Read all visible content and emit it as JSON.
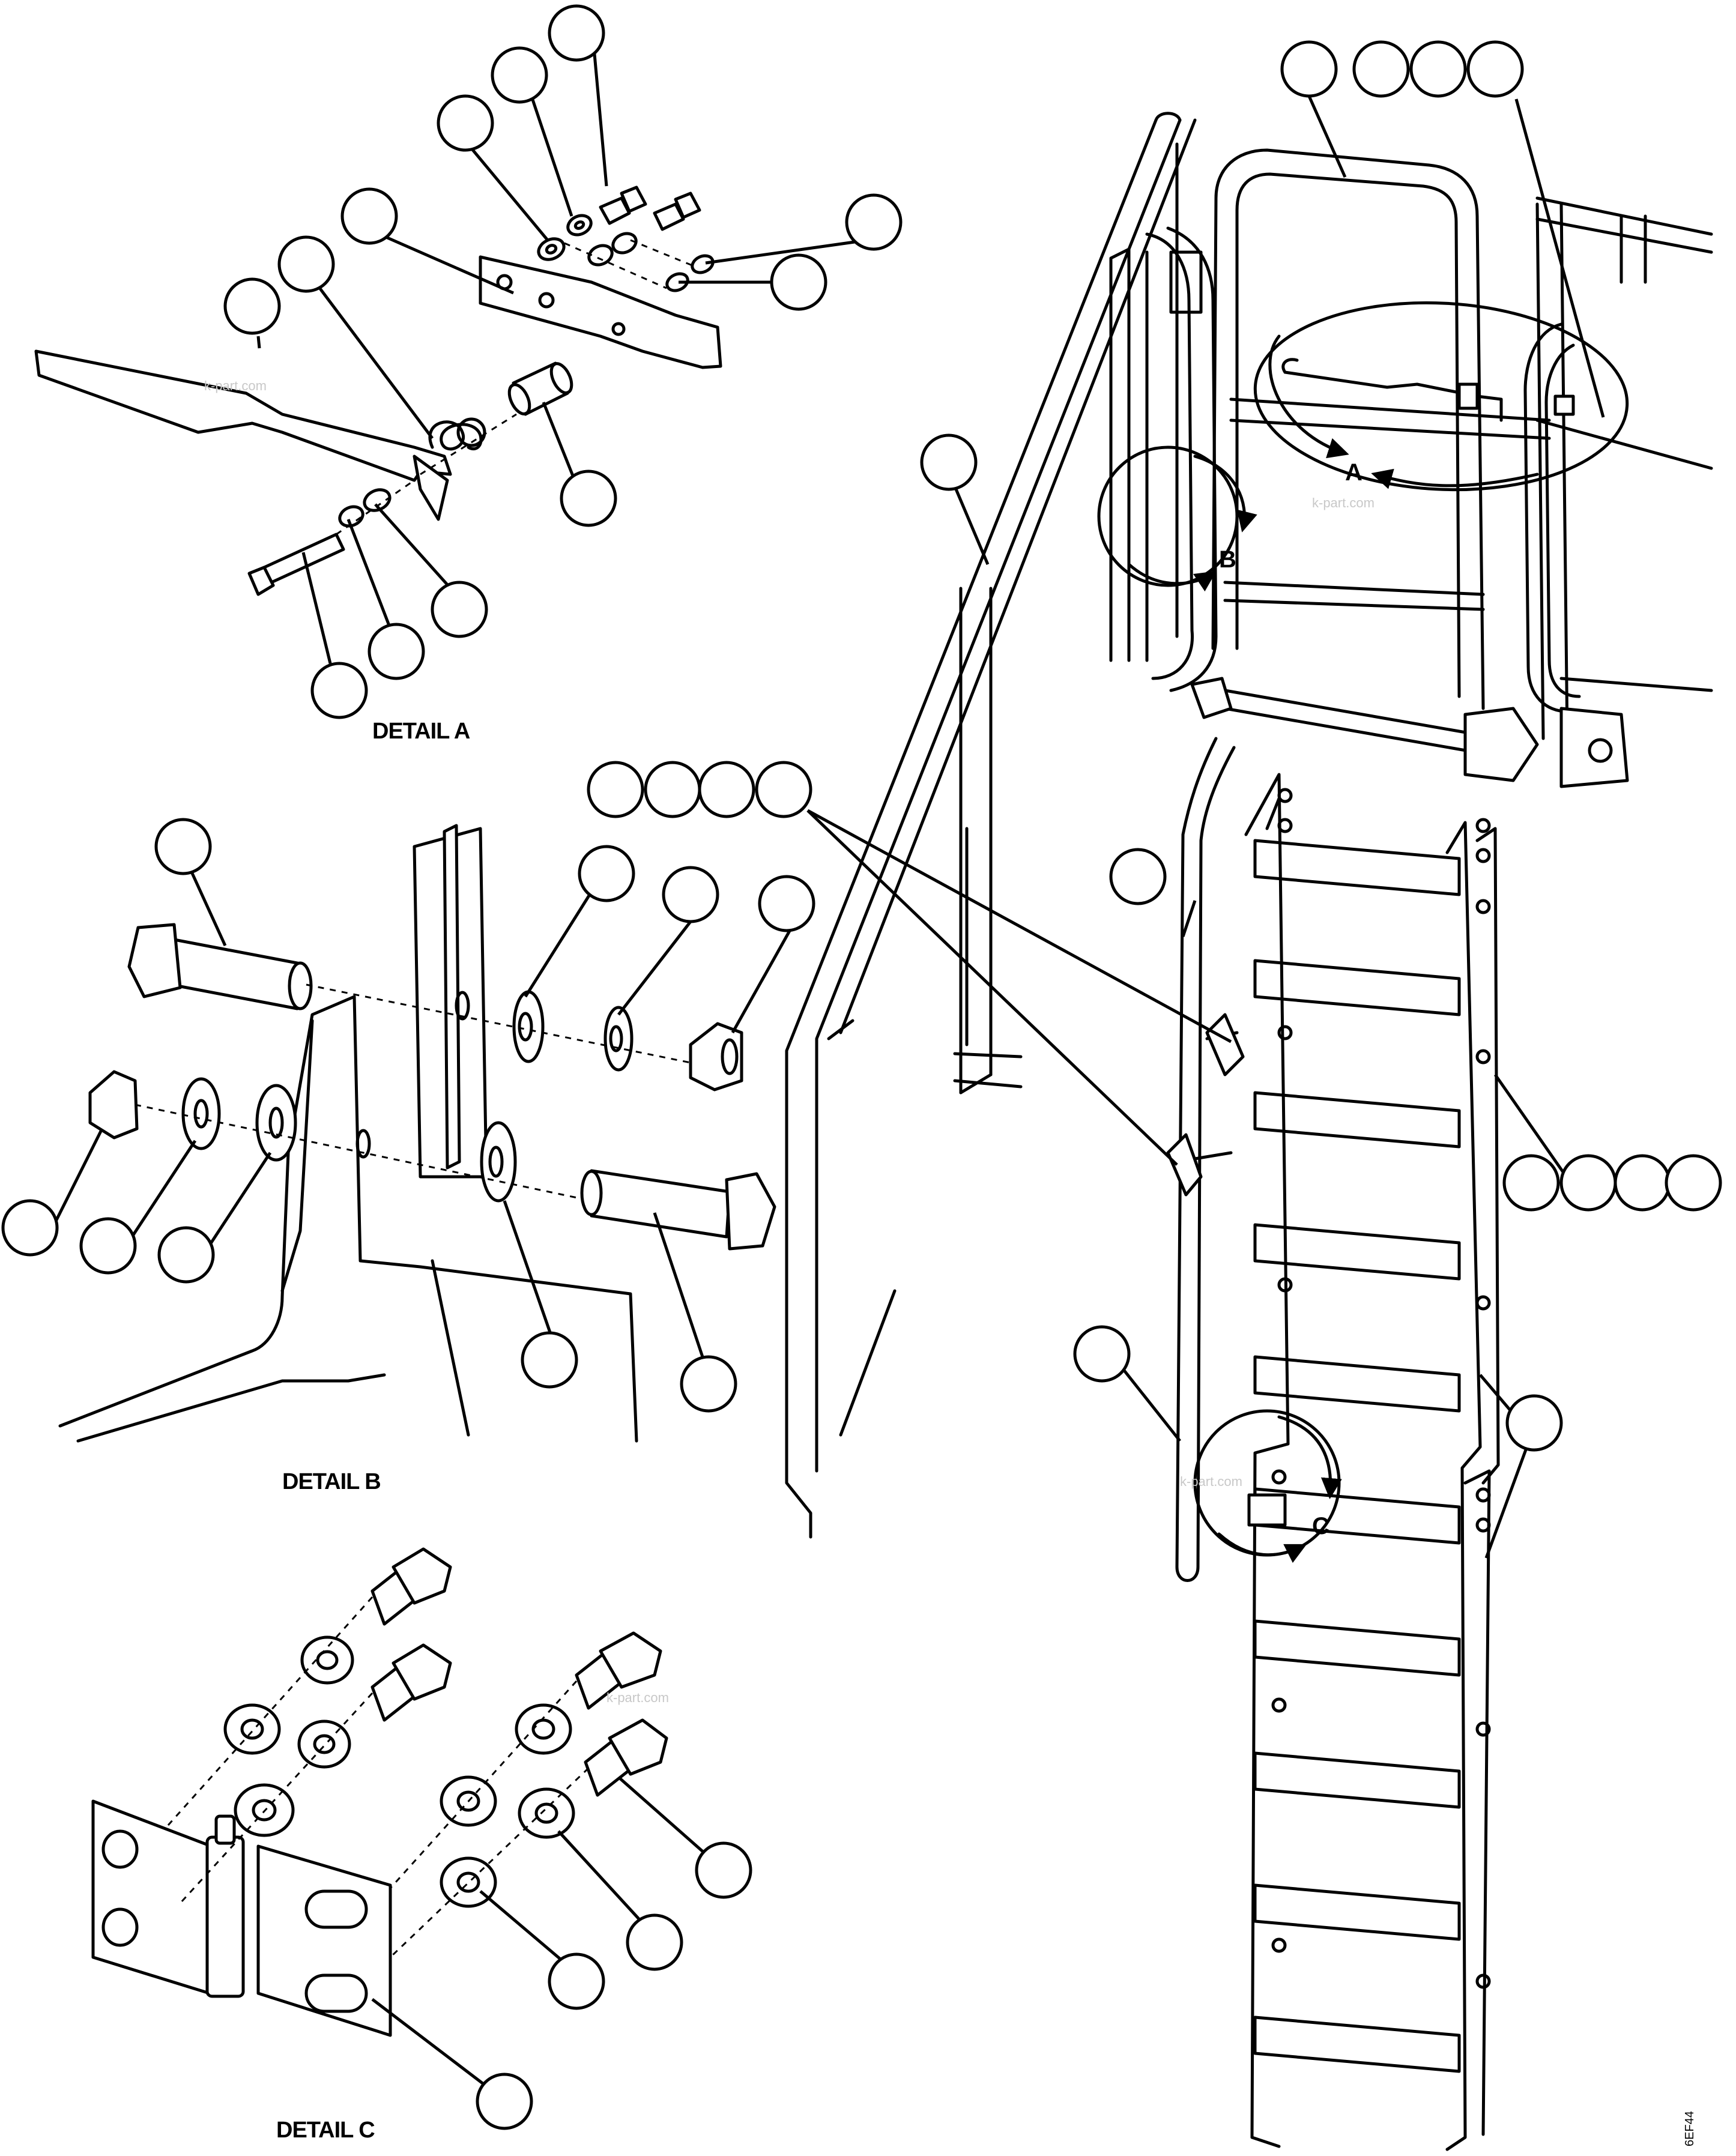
{
  "details": {
    "a_caption": "DETAIL A",
    "b_caption": "DETAIL B",
    "c_caption": "DETAIL C"
  },
  "view_labels": {
    "a": "A",
    "b": "B",
    "c": "C"
  },
  "watermark": "k-part.com",
  "figure_number": "6ЕF44"
}
